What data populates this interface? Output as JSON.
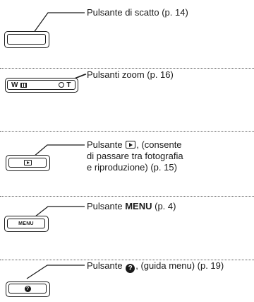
{
  "items": [
    {
      "label_text": "Pulsante di scatto (p. 14)"
    },
    {
      "label_text": "Pulsanti zoom (p. 16)",
      "zoom_w": "W",
      "zoom_t": "T"
    },
    {
      "label_prefix": "Pulsante",
      "label_line1_suffix": ", (consente",
      "label_line2": "di passare tra fotografia",
      "label_line3": "e riproduzione) (p. 15)",
      "icon": "playback-icon"
    },
    {
      "label_prefix": "Pulsante",
      "label_bold": "MENU",
      "label_suffix": "(p. 4)",
      "button_text": "MENU"
    },
    {
      "label_prefix": "Pulsante",
      "label_suffix": ", (guida menu) (p. 19)",
      "icon": "help-icon",
      "help_glyph": "?"
    }
  ],
  "colors": {
    "ink": "#1a1a1a",
    "background": "#ffffff",
    "divider": "#555555"
  }
}
